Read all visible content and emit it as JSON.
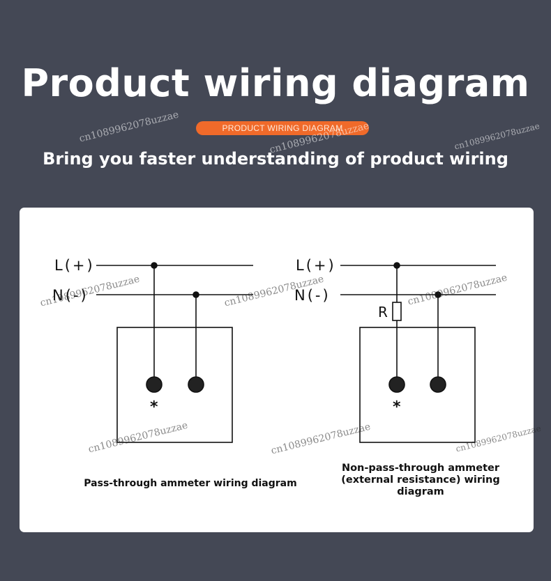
{
  "header": {
    "title": "Product wiring diagram",
    "badge": "PRODUCT WIRING DIAGRAM",
    "subtitle": "Bring you faster understanding of product wiring"
  },
  "diagrams": {
    "left": {
      "line_label": "L(+)",
      "neutral_label": "N(-)",
      "terminal_mark": "*",
      "caption": "Pass-through ammeter wiring diagram"
    },
    "right": {
      "line_label": "L(+)",
      "neutral_label": "N(-)",
      "resistor_label": "R",
      "terminal_mark": "*",
      "caption": "Non-pass-through ammeter (external resistance) wiring diagram"
    }
  },
  "watermark": "cn1089962078uzzae",
  "colors": {
    "background": "#444855",
    "accent": "#f06a2a",
    "panel": "#ffffff",
    "ink": "#111111"
  }
}
